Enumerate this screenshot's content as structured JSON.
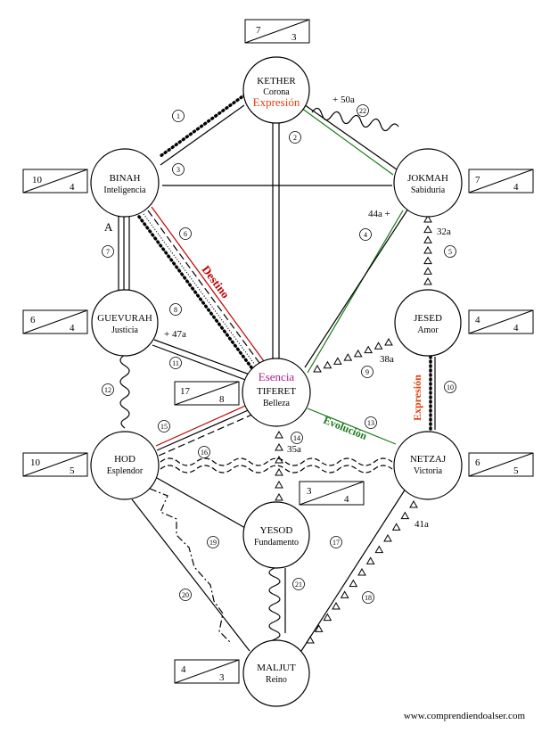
{
  "colors": {
    "line": "#000000",
    "green": "#1a7a1a",
    "red": "#c00000",
    "orange": "#e04010",
    "magenta": "#b0208a"
  },
  "nodes": {
    "kether": {
      "name": "KETHER",
      "sub": "Corona"
    },
    "binah": {
      "name": "BINAH",
      "sub": "Inteligencia"
    },
    "jokmah": {
      "name": "JOKMAH",
      "sub": "Sabiduría"
    },
    "guevurah": {
      "name": "GUEVURAH",
      "sub": "Justicia"
    },
    "jesed": {
      "name": "JESED",
      "sub": "Amor"
    },
    "tiferet": {
      "name": "TIFERET",
      "sub": "Belleza"
    },
    "hod": {
      "name": "HOD",
      "sub": "Esplendor"
    },
    "netzaj": {
      "name": "NETZAJ",
      "sub": "Victoria"
    },
    "yesod": {
      "name": "YESOD",
      "sub": "Fundamento"
    },
    "maljut": {
      "name": "MALJUT",
      "sub": "Reino"
    }
  },
  "boxes": {
    "kether": [
      "7",
      "3"
    ],
    "binah": [
      "10",
      "4"
    ],
    "jokmah": [
      "7",
      "4"
    ],
    "guevurah": [
      "6",
      "4"
    ],
    "jesed": [
      "4",
      "4"
    ],
    "tiferet": [
      "17",
      "8"
    ],
    "hod": [
      "10",
      "5"
    ],
    "netzaj": [
      "6",
      "5"
    ],
    "yesod": [
      "3",
      "4"
    ],
    "maljut": [
      "4",
      "3"
    ]
  },
  "path_numbers": [
    "1",
    "2",
    "3",
    "4",
    "5",
    "6",
    "7",
    "8",
    "9",
    "10",
    "11",
    "12",
    "13",
    "14",
    "15",
    "16",
    "17",
    "18",
    "19",
    "20",
    "21",
    "22"
  ],
  "labels": {
    "expresion_top": "Expresión",
    "expresion_side": "Expresión",
    "esencia": "Esencia",
    "destino": "Destino",
    "evolucion": "Evolución",
    "a": "A",
    "n50a": "+ 50a",
    "n44a": "44a +",
    "n32a": "32a",
    "n47a": "+ 47a",
    "n38a": "38a",
    "n35a": "35a",
    "n41a": "41a",
    "website": "www.comprendiendoalser.com"
  }
}
